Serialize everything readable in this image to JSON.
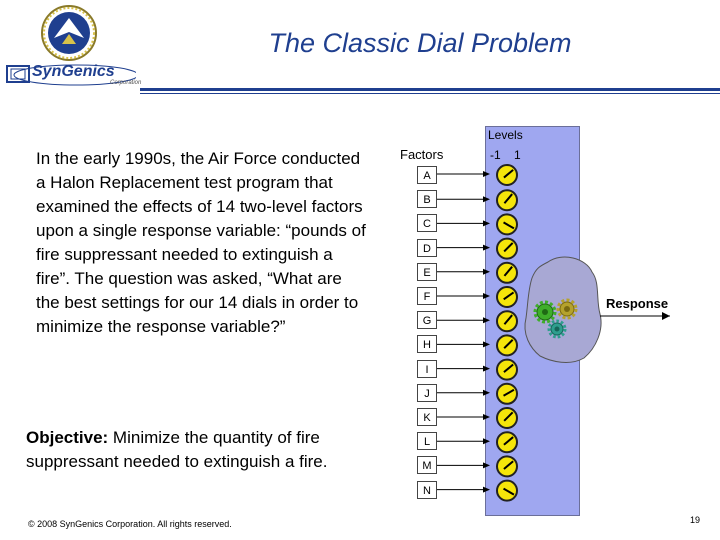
{
  "header": {
    "title": "The Classic Dial Problem",
    "company_name": "SynGenics",
    "company_sub": "Corporation"
  },
  "main": {
    "body_text": "In the early 1990s, the Air Force conducted a Halon Replacement test program that examined the effects of 14 two-level factors upon a single response variable: “pounds of fire suppressant needed to extinguish a fire”. The question was asked, “What are the best settings for our 14 dials in order to minimize the response variable?”",
    "objective_label": "Objective:",
    "objective_text": " Minimize the quantity of fire suppressant needed to extinguish a fire."
  },
  "diagram": {
    "factors_header": "Factors",
    "levels_header": "Levels",
    "level_low": "-1",
    "level_high": "1",
    "response_label": "Response",
    "factors": [
      "A",
      "B",
      "C",
      "D",
      "E",
      "F",
      "G",
      "H",
      "I",
      "J",
      "K",
      "L",
      "M",
      "N"
    ],
    "colors": {
      "panel": "#9fa7f0",
      "blob": "#a8a8d4",
      "dial": "#f5e50a",
      "gear_green": "#3fae2a",
      "gear_olive": "#b5a22d",
      "gear_teal": "#2f9e8e"
    }
  },
  "footer": {
    "copyright": "© 2008 SynGenics Corporation. All rights reserved.",
    "page_number": "19"
  }
}
